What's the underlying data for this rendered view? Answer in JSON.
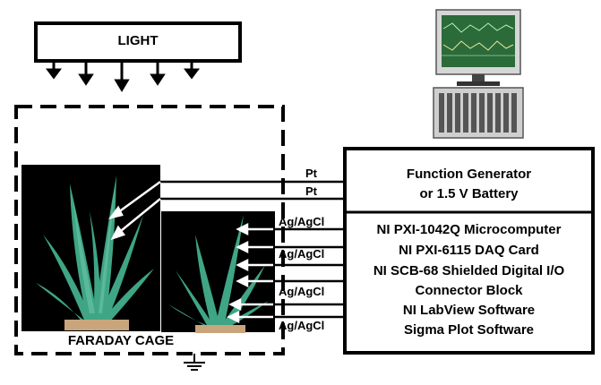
{
  "light": {
    "label": "LIGHT"
  },
  "faraday_cage": {
    "label": "FARADAY CAGE"
  },
  "function_generator": {
    "lines": [
      "Function Generator",
      "or 1.5 V Battery"
    ]
  },
  "daq_system": {
    "lines": [
      "NI PXI-1042Q Microcomputer",
      "NI PXI-6115 DAQ Card",
      "NI SCB-68 Shielded Digital I/O",
      "Connector Block",
      "NI LabView Software",
      "Sigma Plot Software"
    ]
  },
  "electrodes": {
    "pt": [
      "Pt",
      "Pt"
    ],
    "ag_agcl": [
      "Ag/AgCl",
      "Ag/AgCl",
      "Ag/AgCl",
      "Ag/AgCl"
    ]
  },
  "colors": {
    "plant_leaf": "#3fa585",
    "plant_leaf_light": "#6cc7a8",
    "photo_background": "#000000",
    "pot": "#c9a57d",
    "monitor_screen": "#2b6b3a",
    "wire": "#000000"
  }
}
